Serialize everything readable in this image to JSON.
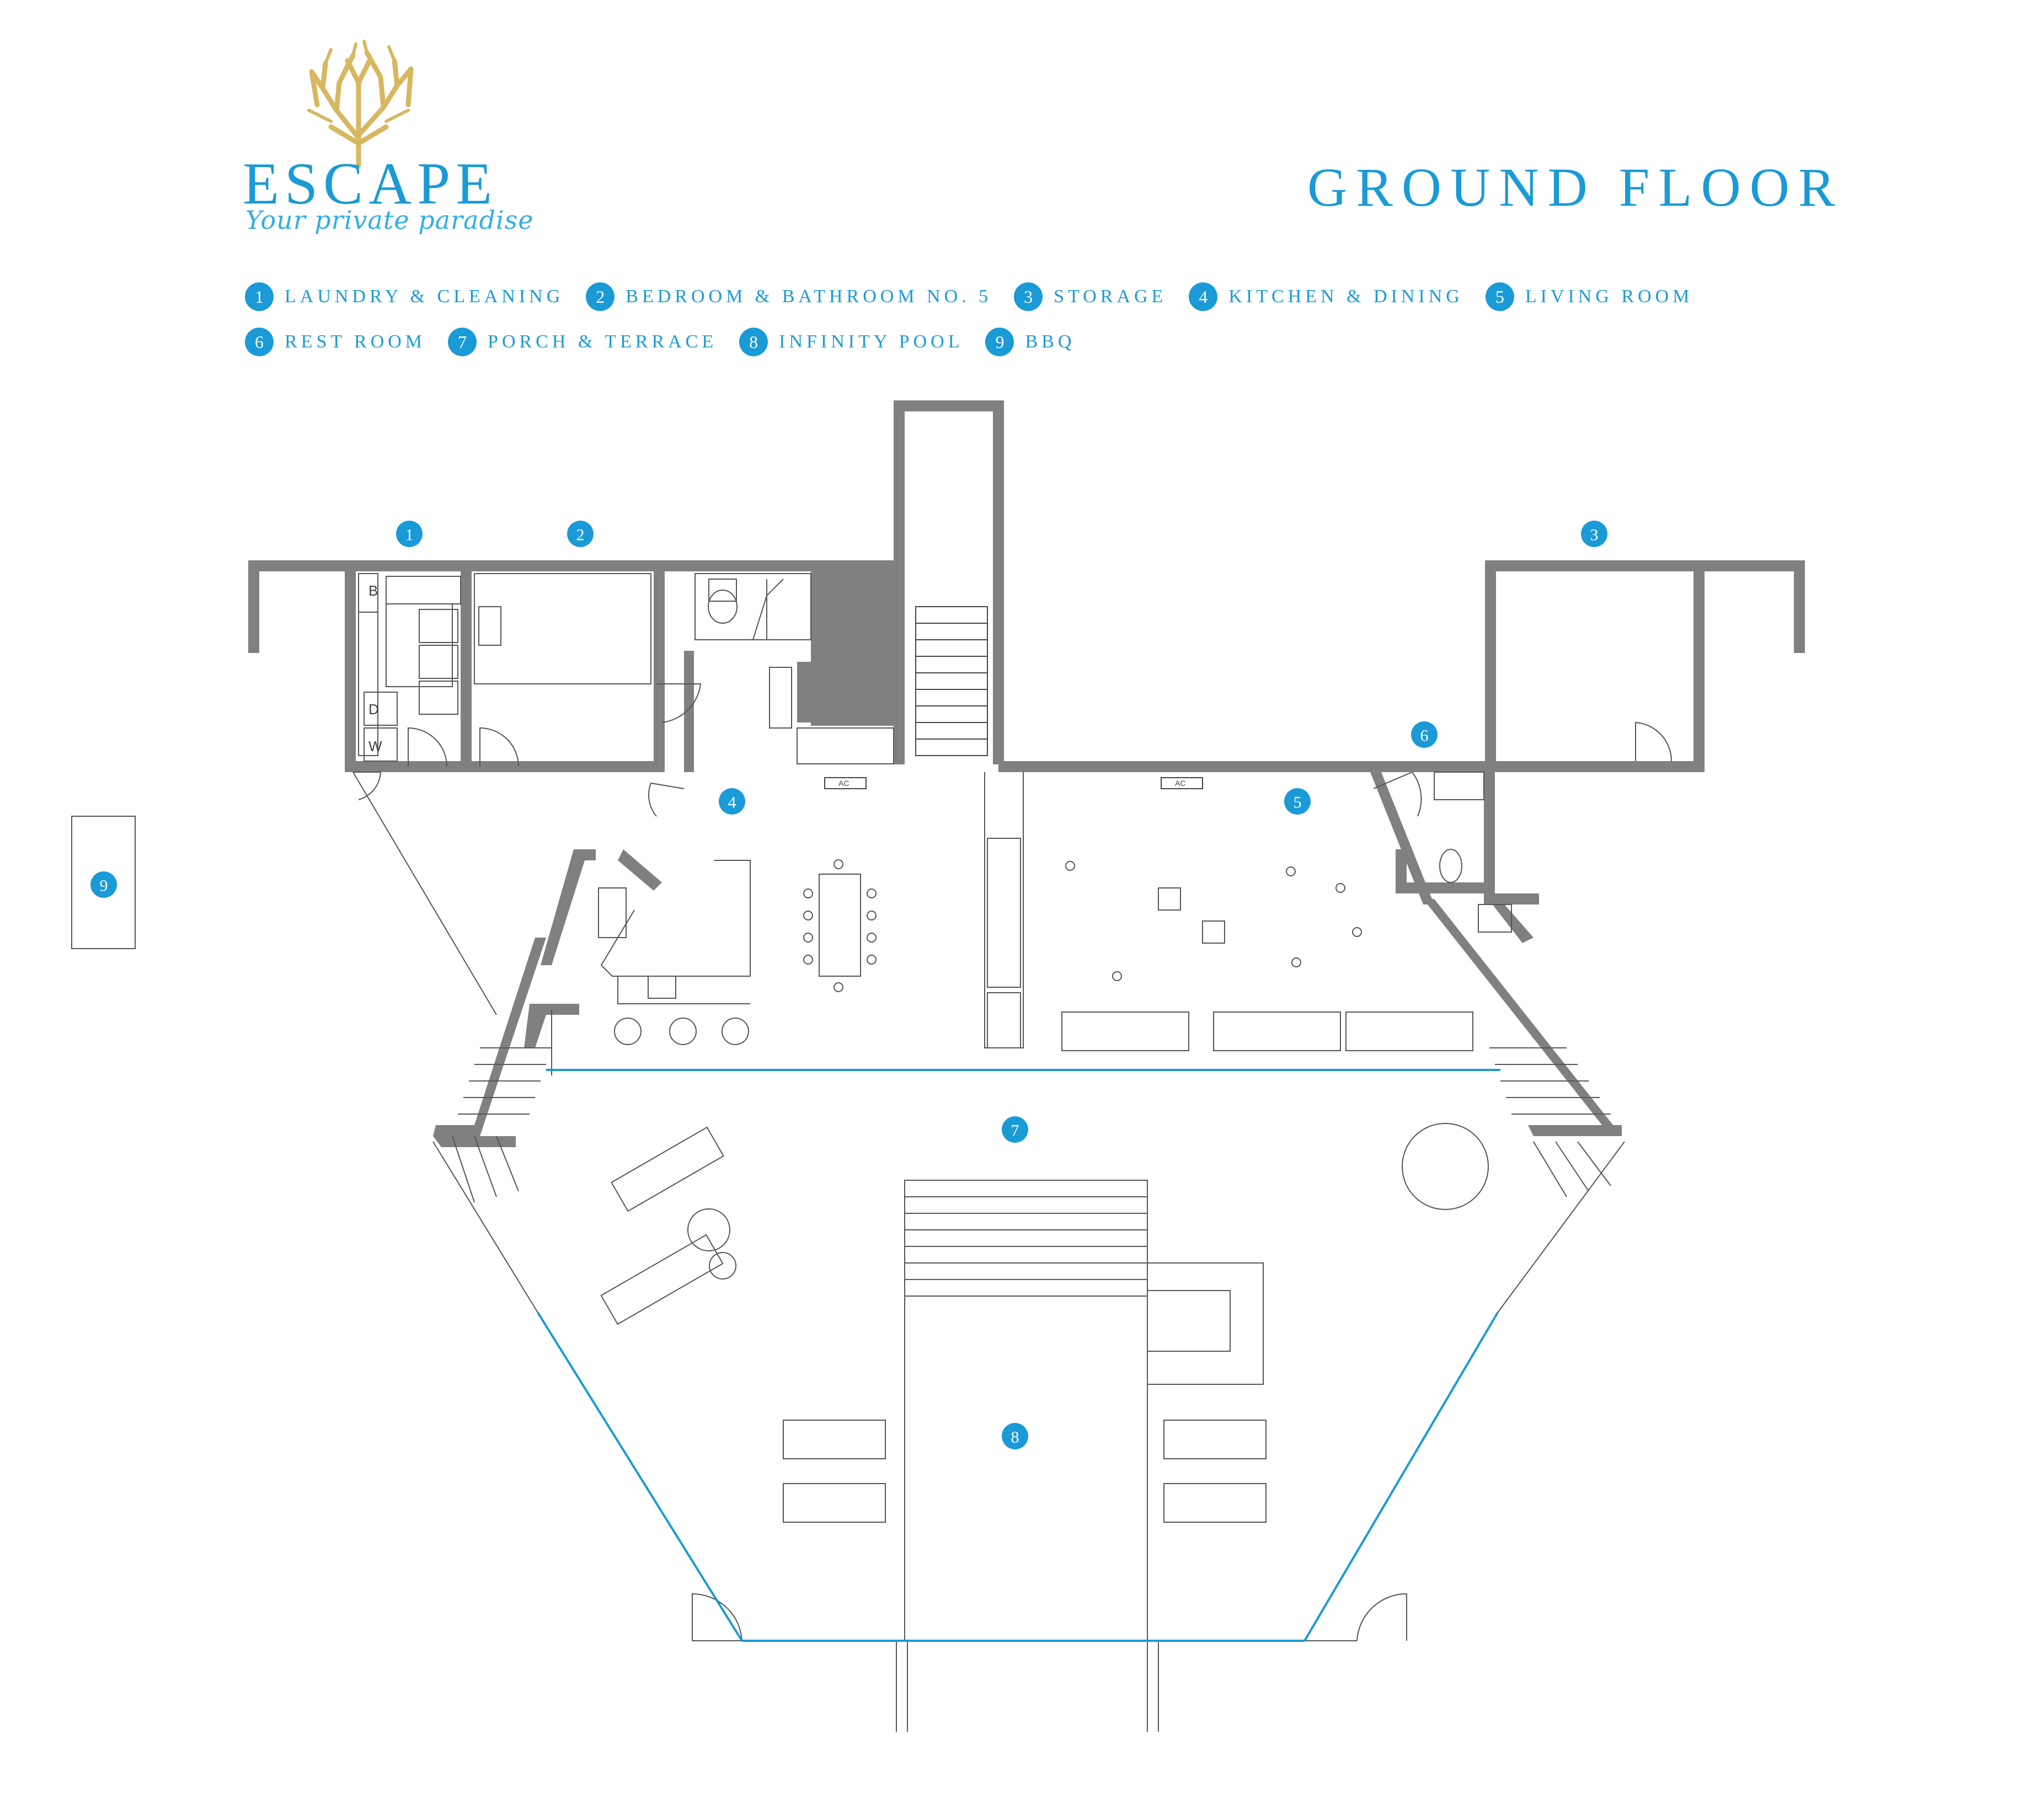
{
  "brand": {
    "name": "ESCAPE",
    "tagline": "Your private paradise",
    "logo_icon": "coral-tree-icon"
  },
  "title": "GROUND FLOOR",
  "colors": {
    "accent": "#1a9ad6",
    "gold": "#d7b761",
    "wall": "#808080",
    "glass": "#1a9ad6",
    "line": "#555555"
  },
  "legend": [
    {
      "num": "1",
      "label": "LAUNDRY & CLEANING"
    },
    {
      "num": "2",
      "label": "BEDROOM & BATHROOM NO. 5"
    },
    {
      "num": "3",
      "label": "STORAGE"
    },
    {
      "num": "4",
      "label": "KITCHEN & DINING"
    },
    {
      "num": "5",
      "label": "LIVING ROOM"
    },
    {
      "num": "6",
      "label": "REST ROOM"
    },
    {
      "num": "7",
      "label": "PORCH & TERRACE"
    },
    {
      "num": "8",
      "label": "INFINITY POOL"
    },
    {
      "num": "9",
      "label": "BBQ"
    }
  ],
  "plan_labels": {
    "appliance_b": "B",
    "appliance_d": "D",
    "appliance_w": "W",
    "ac_unit": "AC"
  }
}
